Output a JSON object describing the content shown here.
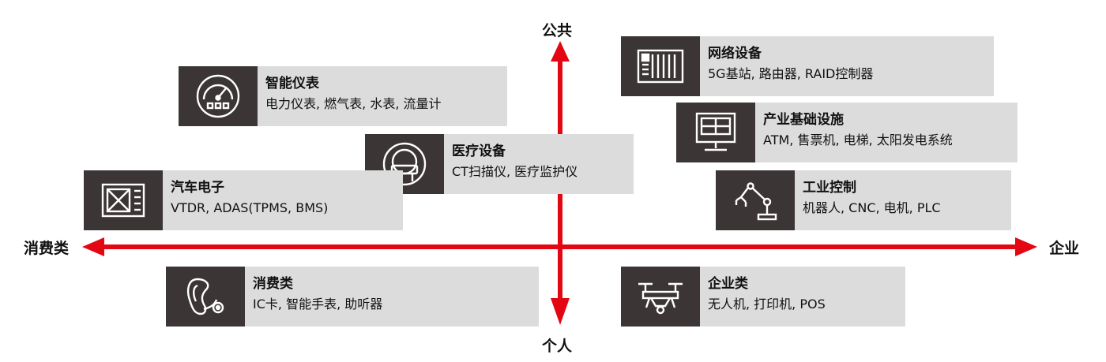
{
  "colors": {
    "axis": "#e30613",
    "icon_bg": "#3b3635",
    "card_bg": "#dcdcdc"
  },
  "axes": {
    "top": "公共",
    "bottom": "个人",
    "left": "消费类",
    "right": "企业"
  },
  "cards": [
    {
      "icon": "gauge-icon",
      "title": "智能仪表",
      "subtitle": "电力仪表, 燃气表, 水表, 流量计"
    },
    {
      "icon": "mri-scanner-icon",
      "title": "医疗设备",
      "subtitle": "CT扫描仪, 医疗监护仪"
    },
    {
      "icon": "car-dashboard-icon",
      "title": "汽车电子",
      "subtitle": "VTDR, ADAS(TPMS, BMS)"
    },
    {
      "icon": "network-rack-icon",
      "title": "网络设备",
      "subtitle": "5G基站, 路由器, RAID控制器"
    },
    {
      "icon": "monitor-grid-icon",
      "title": "产业基础设施",
      "subtitle": "ATM, 售票机, 电梯, 太阳发电系统"
    },
    {
      "icon": "robot-arm-icon",
      "title": "工业控制",
      "subtitle": "机器人, CNC, 电机, PLC"
    },
    {
      "icon": "hearing-aid-icon",
      "title": "消费类",
      "subtitle": "IC卡, 智能手表, 助听器"
    },
    {
      "icon": "drone-icon",
      "title": "企业类",
      "subtitle": "无人机, 打印机, POS"
    }
  ]
}
